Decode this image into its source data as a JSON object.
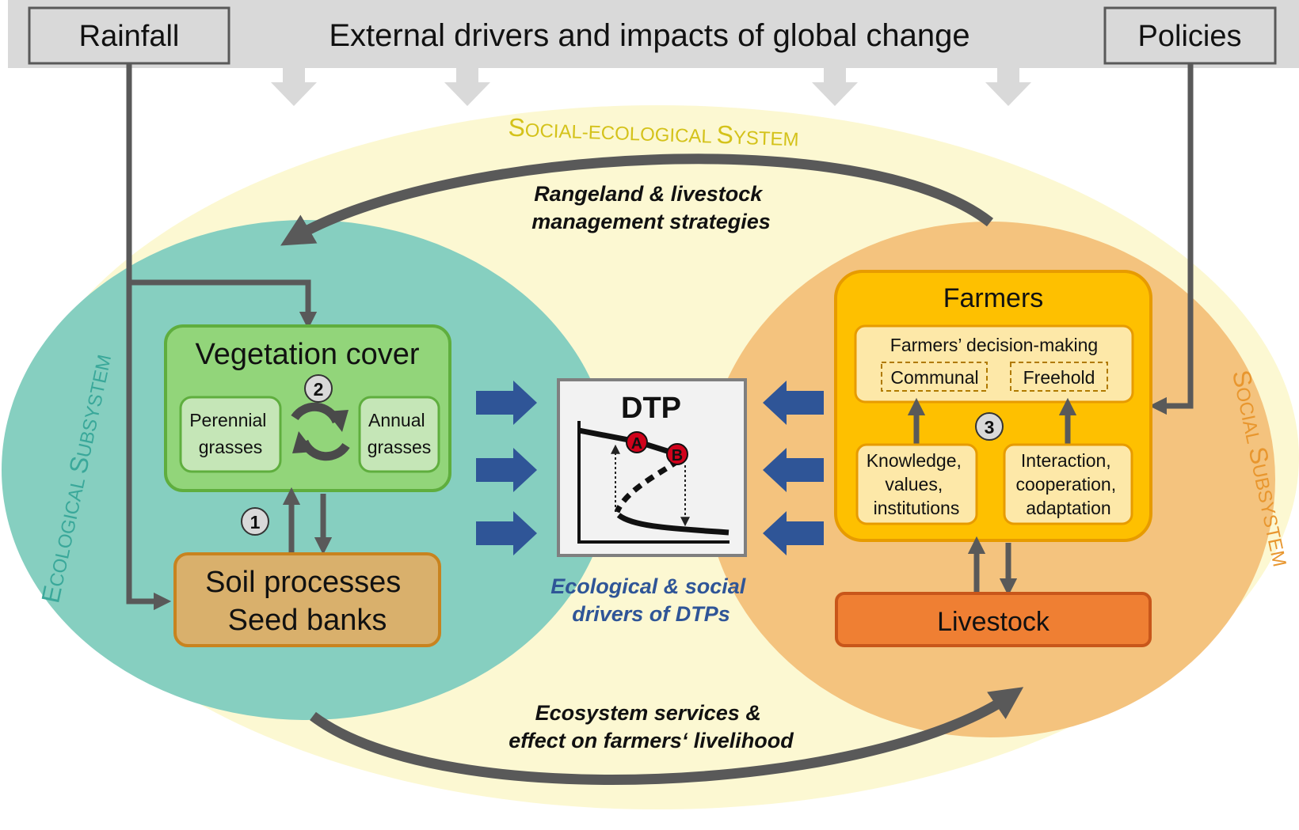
{
  "header": {
    "title": "External drivers and impacts of global change",
    "left_box": "Rainfall",
    "right_box": "Policies"
  },
  "system": {
    "label_first": "S",
    "label_rest": "OCIAL-ECOLOGICAL ",
    "label_first2": "S",
    "label_rest2": "YSTEM"
  },
  "ecological": {
    "label_e": "E",
    "label_cological": "COLOGICAL ",
    "label_s": "S",
    "label_ubsystem": "UBSYSTEM",
    "vegetation": {
      "title": "Vegetation cover",
      "perennial_line1": "Perennial",
      "perennial_line2": "grasses",
      "annual_line1": "Annual",
      "annual_line2": "grasses"
    },
    "soil": {
      "line1": "Soil processes",
      "line2": "Seed banks"
    }
  },
  "social": {
    "label_s": "S",
    "label_ocial": "OCIAL ",
    "label_s2": "S",
    "label_ubsystem": "UBSYSTEM",
    "farmers": {
      "title": "Farmers",
      "decision": "Farmers’ decision-making",
      "communal": "Communal",
      "freehold": "Freehold",
      "knowledge_line1": "Knowledge,",
      "knowledge_line2": "values,",
      "knowledge_line3": "institutions",
      "interaction_line1": "Interaction,",
      "interaction_line2": "cooperation,",
      "interaction_line3": "adaptation"
    },
    "livestock": "Livestock"
  },
  "dtp": {
    "title": "DTP",
    "point_a": "A",
    "point_b": "B",
    "caption_line1": "Ecological & social",
    "caption_line2": "drivers of DTPs"
  },
  "flows": {
    "top_line1": "Rangeland & livestock",
    "top_line2": "management strategies",
    "bottom_line1": "Ecosystem services &",
    "bottom_line2": "effect on farmers‘ livelihood"
  },
  "markers": {
    "one": "1",
    "two": "2",
    "three": "3"
  },
  "colors": {
    "header_band": "#d9d9d9",
    "system_ellipse": "#fcf8d2",
    "system_label": "#d4c21a",
    "eco_ellipse": "#86cfc0",
    "eco_label": "#3aa89a",
    "social_ellipse": "#f4c37e",
    "social_label": "#e8962e",
    "vegetation_fill": "#92d57a",
    "vegetation_border": "#5fae3e",
    "soil_fill": "#d9b06c",
    "soil_border": "#c8831f",
    "farmers_fill": "#fec000",
    "farmers_border": "#e79b00",
    "livestock_fill": "#ef7f33",
    "livestock_border": "#c8561a",
    "arrow_gray": "#595959",
    "arrow_blue": "#2f5597",
    "point_red": "#d0021b"
  }
}
